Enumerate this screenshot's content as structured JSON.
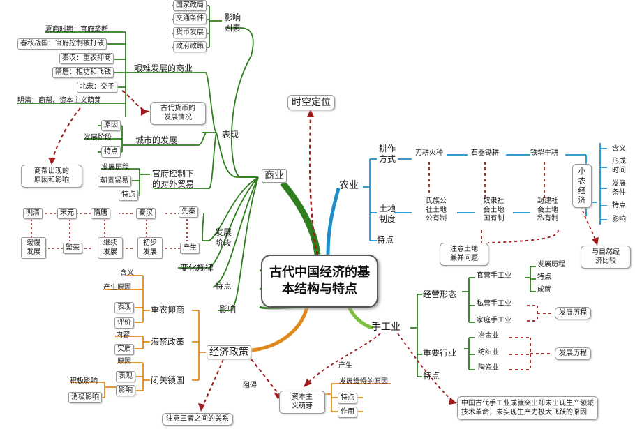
{
  "center": "古代中国经济的基本结构与特点",
  "time_space": "时空定位",
  "commerce": {
    "label": "商业",
    "influence": {
      "label": "影响\n因素",
      "items": [
        "国家政局",
        "交通条件",
        "货币发展",
        "政府政策"
      ]
    },
    "hard": {
      "label": "艰难发展的商业",
      "items": [
        "夏商时期：官府垄断",
        "春秋战国：官府控制被打破",
        "秦汉：重农抑商",
        "隋唐：柜坊和飞钱",
        "北宋：交子",
        "明清：商帮、资本主义萌芽"
      ]
    },
    "money_note": "古代货币的\n发展情况",
    "merchant_note": "商帮出现的\n原因和影响",
    "biaoxian": "表现",
    "city": {
      "label": "城市的发展",
      "items": [
        "原因",
        "发展阶段",
        "特点"
      ]
    },
    "foreign": {
      "label": "官府控制下\n的对外贸易",
      "items": [
        "发展历程",
        "朝贡贸易",
        "特点"
      ]
    },
    "stages": {
      "label": "发展\n阶段",
      "dynasties": [
        "明清",
        "宋元",
        "隋唐",
        "秦汉",
        "先秦"
      ],
      "phases": [
        "缓慢\n发展",
        "繁荣",
        "继续\n发展",
        "初步\n发展",
        "产生"
      ]
    },
    "change": "变化规律",
    "feature": "特点",
    "influence2": "影响"
  },
  "agriculture": {
    "label": "农业",
    "farming": {
      "label": "耕作\n方式",
      "items": [
        "刀耕火种",
        "石器锄耕",
        "铁犁牛耕"
      ]
    },
    "land": {
      "label": "土地\n制度",
      "items": [
        "氏族公\n社土地\n公有制",
        "奴隶社\n会土地\n国有制",
        "封建社\n会土地\n私有制"
      ]
    },
    "feature": "特点",
    "smallfarm": "小农经济",
    "smallfarm_items": [
      "含义",
      "形成\n时间",
      "发展\n条件",
      "特点",
      "影响"
    ],
    "note_land": "注意土地\n兼并问题",
    "note_nature": "与自然经\n济比较"
  },
  "handicraft": {
    "label": "手工业",
    "forms": {
      "label": "经营形态",
      "items": [
        "官营手工业",
        "私营手工业",
        "家庭手工业"
      ],
      "sub": [
        "发展历程",
        "特点",
        "成就"
      ],
      "private_history": "发展历程"
    },
    "industries": {
      "label": "重要行业",
      "items": [
        "冶金业",
        "纺织业",
        "陶瓷业"
      ],
      "history": "发展历程"
    },
    "feature": "特点",
    "note": "中国古代手工业成就突出却未出现生产领域\n技术革命，未实现生产力极大飞跃的原因"
  },
  "policy": {
    "label": "经济政策",
    "zhongnong": {
      "label": "重农抑商",
      "items": [
        "含义",
        "产生原因",
        "表现",
        "评价"
      ]
    },
    "haijin": {
      "label": "海禁政策",
      "items": [
        "内容",
        "实质"
      ]
    },
    "biguan": {
      "label": "闭关锁国",
      "items": [
        "原因",
        "表现",
        "影响"
      ],
      "effects": [
        "积极影响",
        "消极影响"
      ]
    },
    "note": "注意三者之间的关系"
  },
  "capitalism": {
    "label": "资本主\n义萌芽",
    "items": [
      "发展缓慢的原因",
      "特点",
      "作用"
    ],
    "born": "产生",
    "hinder": "阻碍"
  },
  "colors": {
    "green": "#2e7d1e",
    "blue": "#1f8fc9",
    "orange": "#e08a1e",
    "red": "#a01c1c",
    "grey": "#555555"
  }
}
